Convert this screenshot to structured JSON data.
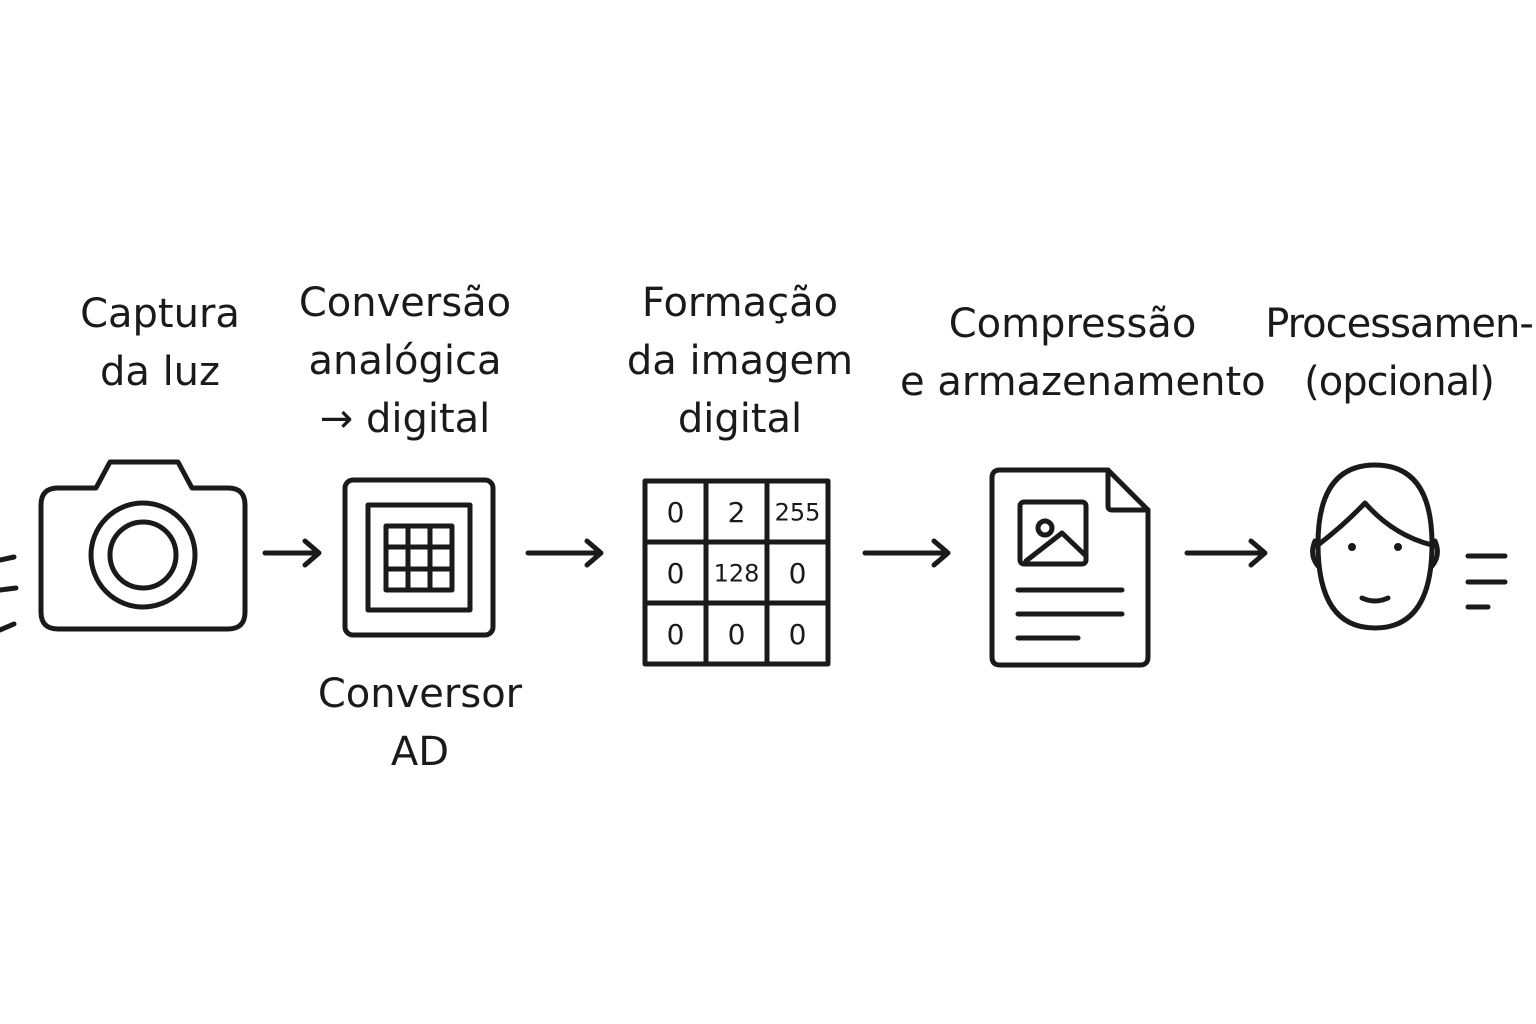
{
  "steps": {
    "capture": {
      "title_lines": [
        "Captura",
        "da luz"
      ],
      "icon": "camera-icon"
    },
    "conversion": {
      "title_lines": [
        "Conversão",
        "analógica",
        "→ digital"
      ],
      "caption_lines": [
        "Conversor",
        "AD"
      ],
      "icon": "ad-converter-chip-icon"
    },
    "formation": {
      "title_lines": [
        "Formação",
        "da imagem",
        "digital"
      ],
      "icon": "pixel-matrix-icon",
      "matrix": [
        [
          "0",
          "2",
          "255"
        ],
        [
          "0",
          "128",
          "0"
        ],
        [
          "0",
          "0",
          "0"
        ]
      ]
    },
    "compression": {
      "title_lines": [
        "Compressão",
        "e armazenamento"
      ],
      "icon": "image-file-icon"
    },
    "processing": {
      "title_lines": [
        "Processamen-",
        "(opcional)"
      ],
      "icon": "face-icon"
    }
  }
}
